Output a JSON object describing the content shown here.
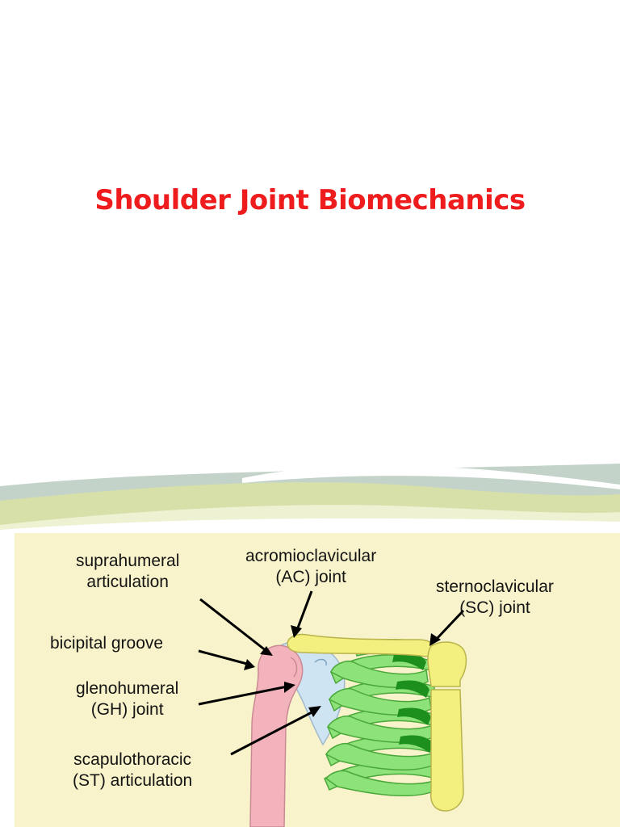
{
  "slide": {
    "title": "Shoulder Joint Biomechanics",
    "title_color": "#ee1c1c"
  },
  "diagram": {
    "background_color": "#f8f3cb",
    "labels": {
      "suprahumeral": [
        "suprahumeral",
        "articulation"
      ],
      "acromioclavicular": [
        "acromioclavicular",
        "(AC) joint"
      ],
      "sternoclavicular": [
        "sternoclavicular",
        "(SC) joint"
      ],
      "bicipital": [
        "bicipital groove"
      ],
      "glenohumeral": [
        "glenohumeral",
        "(GH) joint"
      ],
      "scapulothoracic": [
        "scapulothoracic",
        "(ST) articulation"
      ]
    },
    "colors": {
      "humerus": "#f2b3bd",
      "scapula": "#cfe4f3",
      "clavicle": "#f3f07f",
      "ribs": "#8ee27a",
      "rib_shadow": "#1d8f1d",
      "sternum": "#f3f07f",
      "outline": "#8a8a6a"
    }
  }
}
